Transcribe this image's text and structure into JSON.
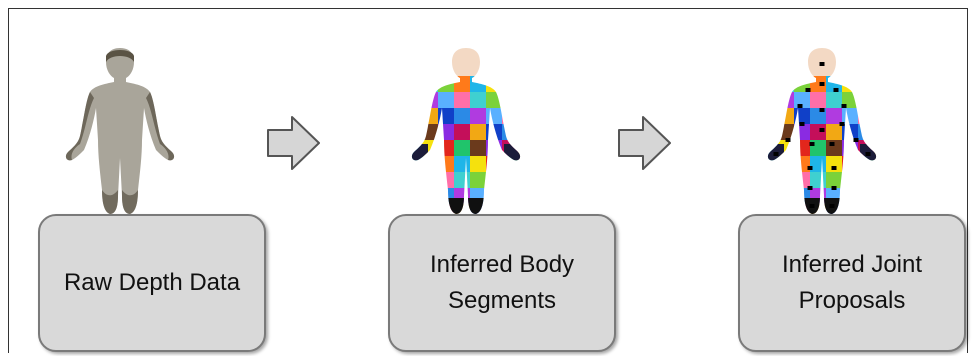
{
  "stages": [
    {
      "label": "Raw Depth Data"
    },
    {
      "label": "Inferred Body\nSegments"
    },
    {
      "label": "Inferred Joint\nProposals"
    }
  ],
  "colors": {
    "body_gray": "#a9a59a",
    "body_dark": "#5a5344",
    "box_fill": "#d9d9d9",
    "box_border": "#7a7a7a",
    "arrow_fill": "#d6d6d6",
    "arrow_stroke": "#555555",
    "joint_marker": "#000000"
  },
  "segment_palette": [
    "#e2261c",
    "#2b8ae6",
    "#1fb5e8",
    "#f2a814",
    "#7bd23a",
    "#8a2be2",
    "#ff6fa8",
    "#20c46b",
    "#b03be0",
    "#f5e10d",
    "#1040c8",
    "#ff7a1a",
    "#c40f5a",
    "#3fd0d0",
    "#6b3a1c",
    "#5ab0ff"
  ]
}
